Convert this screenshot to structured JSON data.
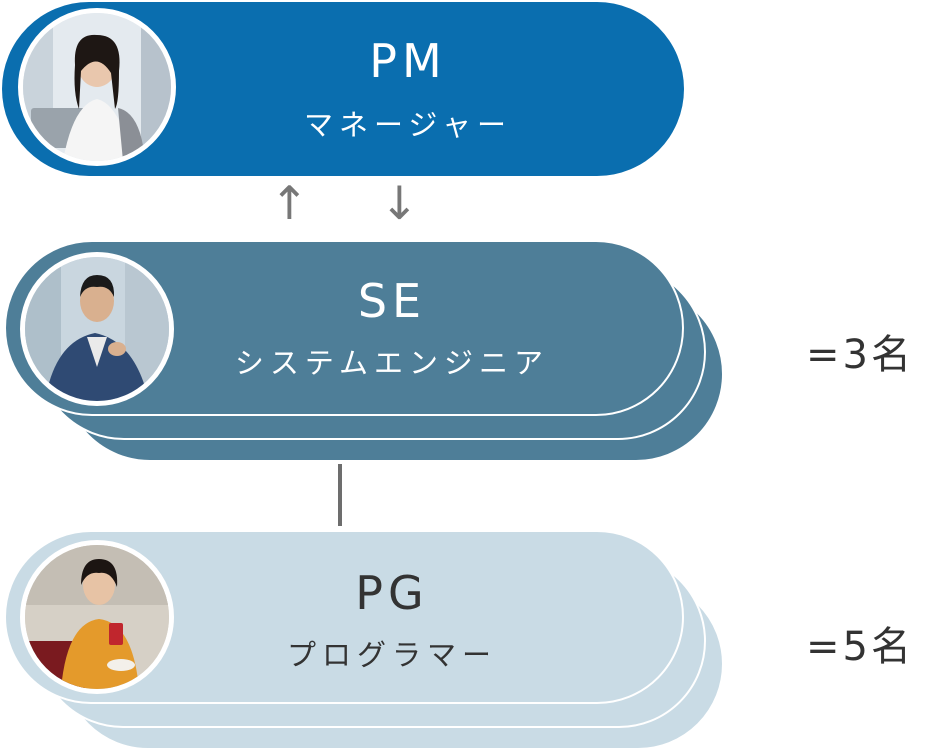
{
  "pm": {
    "title": "PM",
    "subtitle": "マネージャー"
  },
  "se": {
    "title": "SE",
    "subtitle": "システムエンジニア",
    "count": "=3名"
  },
  "pg": {
    "title": "PG",
    "subtitle": "プログラマー",
    "count": "=5名"
  },
  "colors": {
    "pm_fill": "#0a6eaf",
    "se_fill": "#4e7e98",
    "pg_fill": "#c9dbe5",
    "connector": "#6d6d6d",
    "text_dark": "#333333"
  }
}
